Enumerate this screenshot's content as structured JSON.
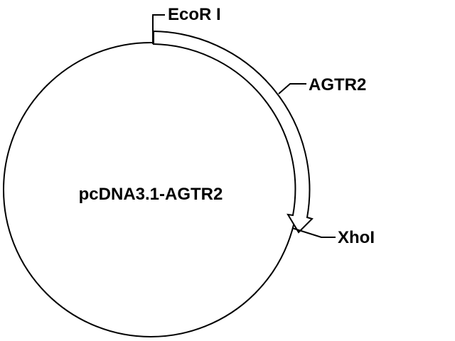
{
  "plasmid": {
    "name": "pcDNA3.1-AGTR2"
  },
  "sites": {
    "ecori": "EcoR I",
    "xhoi": "XhoI"
  },
  "insert": {
    "label": "AGTR2"
  },
  "colors": {
    "line": "#000000",
    "background": "#ffffff",
    "arrow_fill": "#ffffff"
  }
}
